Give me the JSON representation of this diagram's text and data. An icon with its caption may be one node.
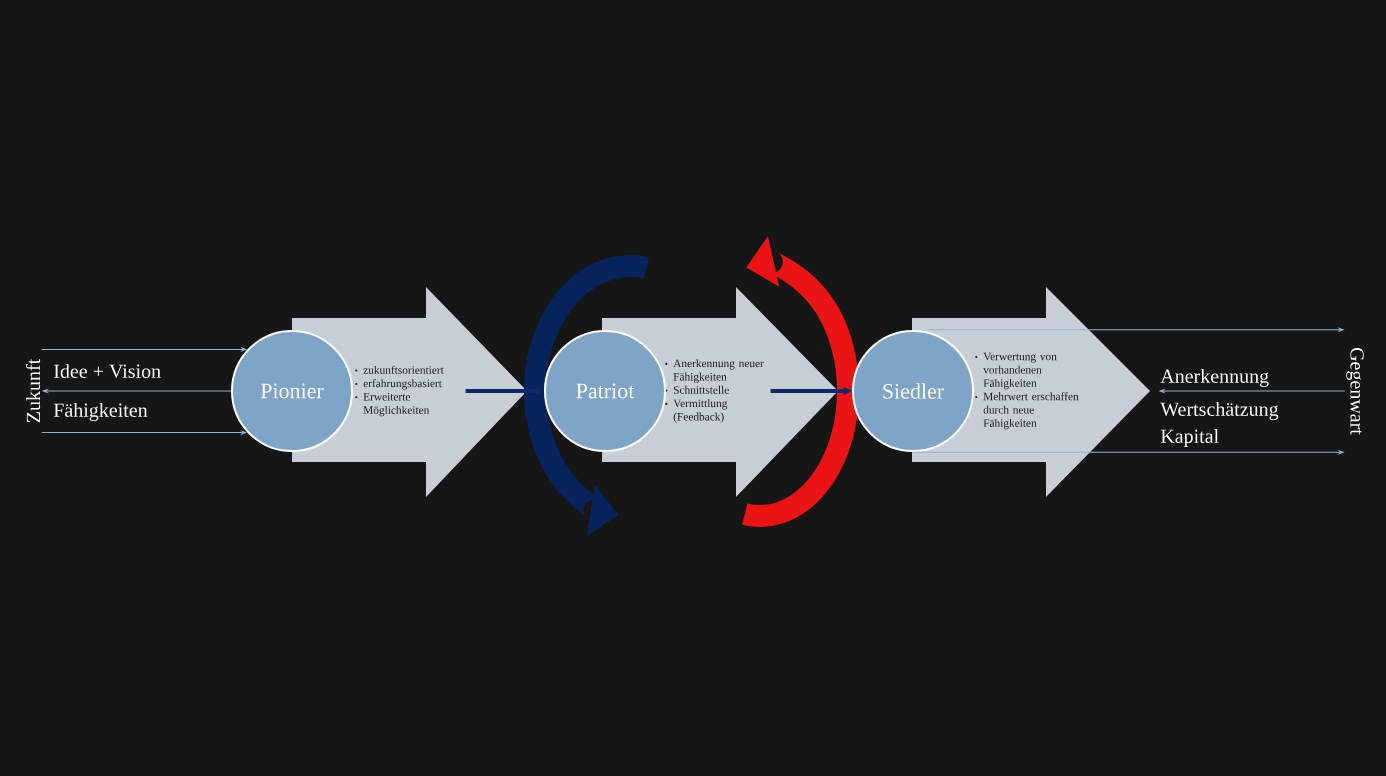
{
  "diagram": {
    "nodes": [
      {
        "text": [
          "Zukunft"
        ]
      },
      {
        "text": [
          "Pionier"
        ]
      },
      {
        "text": [
          "zukunftsorientiert",
          "erfahrungsbasiert",
          "Erweiterte Möglichkeiten"
        ]
      },
      {
        "text": [
          "Patriot"
        ]
      },
      {
        "text": [
          "Anerkennung neuer Fähigkeiten",
          "Schnittstelle",
          "Vermittlung (Feedback)"
        ]
      },
      {
        "text": [
          "Siedler"
        ]
      },
      {
        "text": [
          "Verwertung von vorhandenen Fähigkeiten",
          "Mehrwert erschaffen durch neue Fähigkeiten"
        ]
      },
      {
        "text": [
          "Gegenwart"
        ]
      }
    ],
    "edges": [
      {
        "from": 0,
        "to": 1,
        "arrow": "to"
      },
      {
        "from": 1,
        "to": 0,
        "arrow": "to"
      },
      {
        "from": 0,
        "to": 1,
        "arrow": "to"
      },
      {
        "from": 2,
        "to": 3,
        "arrow": "to",
        "style": "thick",
        "color": "#0d2a68"
      },
      {
        "from": 4,
        "to": 5,
        "arrow": "to",
        "style": "thick",
        "color": "#0d2a68"
      },
      {
        "from": 6,
        "to": 7,
        "arrow": "to"
      },
      {
        "from": 7,
        "to": 6,
        "arrow": "to"
      },
      {
        "from": 6,
        "to": 7,
        "arrow": "to"
      }
    ],
    "labels": [
      "Idee + Vision",
      "Fähigkeiten",
      "Anerkennung",
      "Wertschätzung",
      "Kapital"
    ]
  }
}
